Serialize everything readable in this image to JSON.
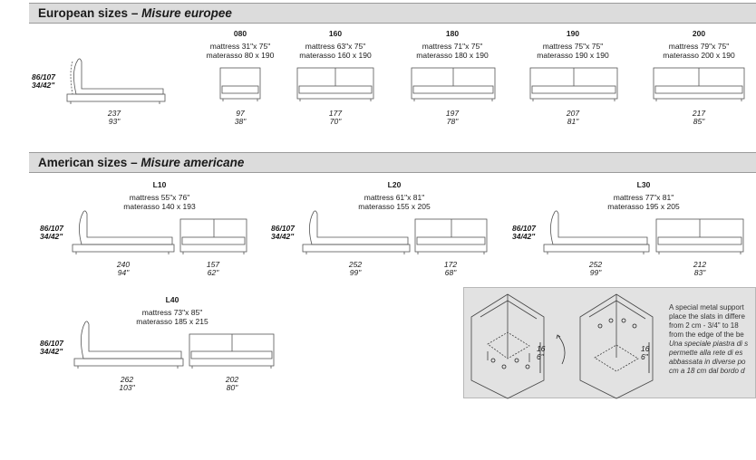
{
  "european": {
    "heading_en": "European sizes",
    "heading_sep": "–",
    "heading_it": "Misure europee",
    "side_height": [
      "86/107",
      "34/42\""
    ],
    "side_length": [
      "237",
      "93\""
    ],
    "sizes": [
      {
        "code": "080",
        "mattress": "mattress 31\"x 75\"",
        "materasso": "materasso 80 x 190",
        "w_cm": "97",
        "w_in": "38\""
      },
      {
        "code": "160",
        "mattress": "mattress 63\"x 75\"",
        "materasso": "materasso 160 x 190",
        "w_cm": "177",
        "w_in": "70\""
      },
      {
        "code": "180",
        "mattress": "mattress 71\"x 75\"",
        "materasso": "materasso 180 x 190",
        "w_cm": "197",
        "w_in": "78\""
      },
      {
        "code": "190",
        "mattress": "mattress 75\"x 75\"",
        "materasso": "materasso 190 x 190",
        "w_cm": "207",
        "w_in": "81\""
      },
      {
        "code": "200",
        "mattress": "mattress 79\"x 75\"",
        "materasso": "materasso 200 x 190",
        "w_cm": "217",
        "w_in": "85\""
      }
    ]
  },
  "american": {
    "heading_en": "American sizes",
    "heading_sep": "–",
    "heading_it": "Misure americane",
    "models": [
      {
        "code": "L10",
        "mattress": "mattress 55\"x 76\"",
        "materasso": "materasso 140 x 193",
        "h1": "86/107",
        "h2": "34/42\"",
        "len_cm": "240",
        "len_in": "94\"",
        "w_cm": "157",
        "w_in": "62\""
      },
      {
        "code": "L20",
        "mattress": "mattress 61\"x 81\"",
        "materasso": "materasso 155 x 205",
        "h1": "86/107",
        "h2": "34/42\"",
        "len_cm": "252",
        "len_in": "99\"",
        "w_cm": "172",
        "w_in": "68\""
      },
      {
        "code": "L30",
        "mattress": "mattress 77\"x 81\"",
        "materasso": "materasso 195 x 205",
        "h1": "86/107",
        "h2": "34/42\"",
        "len_cm": "252",
        "len_in": "99\"",
        "w_cm": "212",
        "w_in": "83\""
      },
      {
        "code": "L40",
        "mattress": "mattress 73\"x 85\"",
        "materasso": "materasso 185 x 215",
        "h1": "86/107",
        "h2": "34/42\"",
        "len_cm": "262",
        "len_in": "103\"",
        "w_cm": "202",
        "w_in": "80\""
      }
    ]
  },
  "support_note": {
    "en": [
      "A special metal support",
      "place the slats in differe",
      "from 2 cm - 3/4\" to 18",
      "from the edge of the be"
    ],
    "it": [
      "Una speciale piastra di s",
      "permette alla rete di es",
      "abbassata in diverse po",
      "cm a 18 cm dal bordo d"
    ],
    "dim_cm": "16",
    "dim_in": "6\""
  }
}
